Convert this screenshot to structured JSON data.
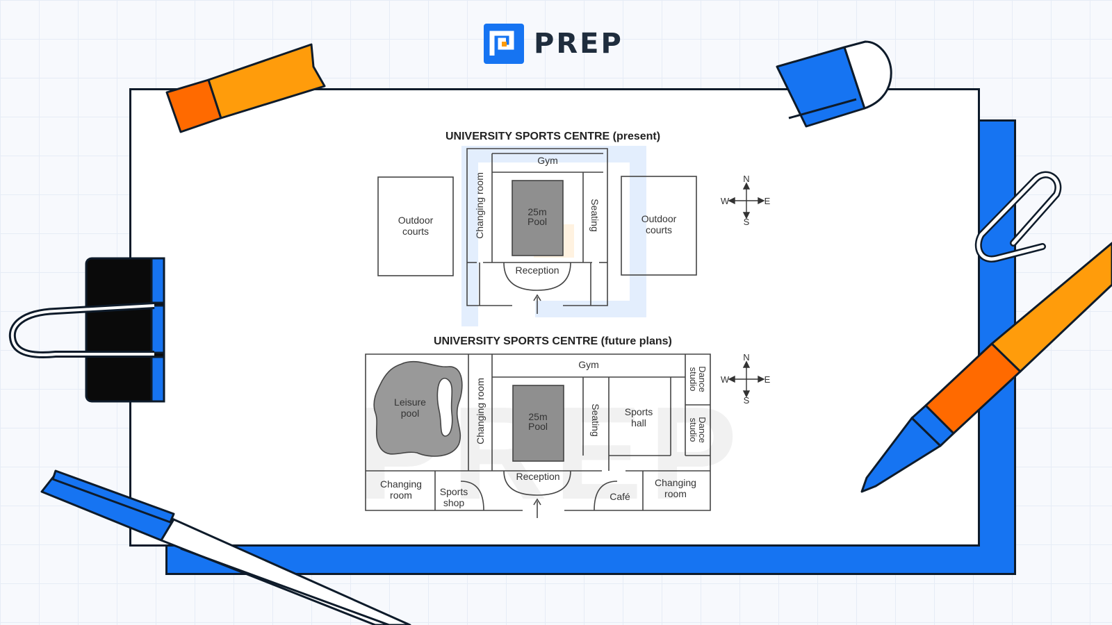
{
  "brand": {
    "name": "PREP",
    "color": "#1674f2"
  },
  "watermark": "PREP",
  "maps": {
    "present": {
      "title": "UNIVERSITY SPORTS CENTRE (present)",
      "rooms": {
        "gym": "Gym",
        "changing_room": "Changing room",
        "pool_line1": "25m",
        "pool_line2": "Pool",
        "seating": "Seating",
        "reception": "Reception",
        "outdoor_west_line1": "Outdoor",
        "outdoor_west_line2": "courts",
        "outdoor_east_line1": "Outdoor",
        "outdoor_east_line2": "courts"
      },
      "compass": {
        "n": "N",
        "s": "S",
        "e": "E",
        "w": "W"
      }
    },
    "future": {
      "title": "UNIVERSITY SPORTS CENTRE (future plans)",
      "rooms": {
        "gym": "Gym",
        "changing_room_west": "Changing room",
        "pool_line1": "25m",
        "pool_line2": "Pool",
        "seating": "Seating",
        "sports_hall_line1": "Sports",
        "sports_hall_line2": "hall",
        "dance_studio_top_line1": "Dance",
        "dance_studio_top_line2": "studio",
        "dance_studio_bottom_line1": "Dance",
        "dance_studio_bottom_line2": "studio",
        "leisure_pool_line1": "Leisure",
        "leisure_pool_line2": "pool",
        "changing_room_sw_line1": "Changing",
        "changing_room_sw_line2": "room",
        "sports_shop_line1": "Sports",
        "sports_shop_line2": "shop",
        "reception": "Reception",
        "cafe": "Café",
        "changing_room_se_line1": "Changing",
        "changing_room_se_line2": "room"
      },
      "compass": {
        "n": "N",
        "s": "S",
        "e": "E",
        "w": "W"
      }
    }
  },
  "colors": {
    "pool": "#8f8f8f",
    "leisure_pool": "#999999",
    "line": "#444444",
    "accent_blue": "#1674f2",
    "accent_orange": "#ff9c0b"
  }
}
